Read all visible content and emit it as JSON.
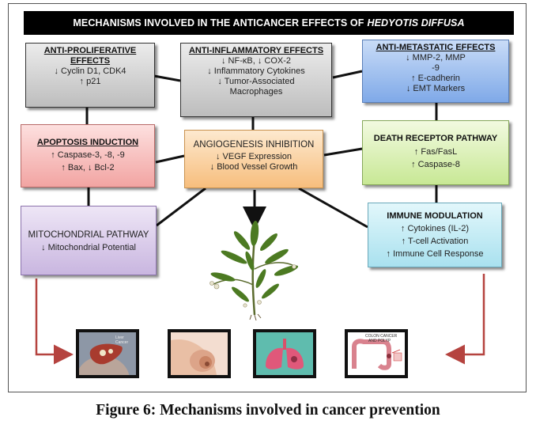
{
  "title": {
    "main": "MECHANISMS  INVOLVED IN THE ANTICANCER EFFECTS OF",
    "italic": "HEDYOTIS DIFFUSA"
  },
  "boxes": {
    "anti_proliferative": {
      "heading": "ANTI-PROLIFERATIVE EFFECTS",
      "lines": [
        "↓ Cyclin D1, CDK4",
        "↑ p21"
      ]
    },
    "anti_inflammatory": {
      "heading": "ANTI-INFLAMMATORY EFFECTS",
      "lines": [
        "↓ NF-κB, ↓ COX-2",
        "↓ Inflammatory Cytokines",
        "↓ Tumor-Associated",
        "Macrophages"
      ]
    },
    "anti_metastatic": {
      "heading": "ANTI-METASTATIC EFFECTS",
      "lines": [
        "↓ MMP-2, MMP",
        "-9",
        "↑ E-cadherin",
        "↓ EMT Markers"
      ]
    },
    "apoptosis": {
      "heading": "APOPTOSIS INDUCTION",
      "lines": [
        "↑ Caspase-3, -8, -9",
        "↑ Bax, ↓ Bcl-2"
      ]
    },
    "angiogenesis": {
      "heading": "ANGIOGENESIS INHIBITION",
      "lines": [
        "↓ VEGF Expression",
        "↓ Blood Vessel Growth"
      ]
    },
    "death_receptor": {
      "heading": "DEATH RECEPTOR PATHWAY",
      "lines": [
        "↑ Fas/FasL",
        "↑ Caspase-8"
      ]
    },
    "mitochondrial": {
      "heading": "MITOCHONDRIAL PATHWAY",
      "lines": [
        "↓ Mitochondrial Potential"
      ]
    },
    "immune": {
      "heading": "IMMUNE MODULATION",
      "lines": [
        "↑ Cytokines (IL-2)",
        "↑ T-cell Activation",
        "↑ Immune Cell Response"
      ]
    }
  },
  "thumbnails": {
    "liver_label": "Liver Cancer",
    "colon_label_1": "COLON CANCER",
    "colon_label_2": "AND POLYP"
  },
  "caption": "Figure 6: Mechanisms involved in cancer prevention",
  "colors": {
    "arrow": "#b5433f",
    "connector": "#111111",
    "title_bg": "#000000"
  }
}
